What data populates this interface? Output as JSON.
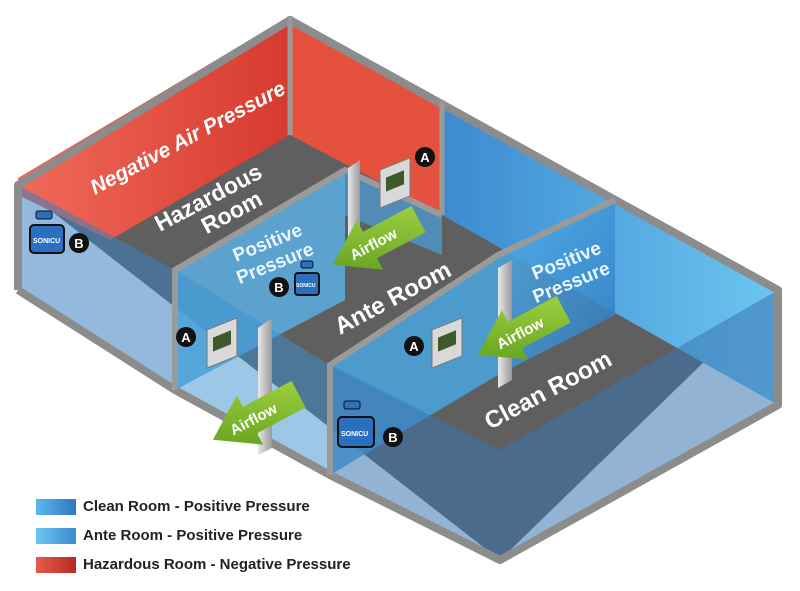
{
  "colors": {
    "clean_blue": "#4aa6e0",
    "hazard_red": "#e44b3e",
    "floor_gray": "#5f5f5f",
    "wall_gray": "#8c8c8c",
    "arrow_green": "#7cb92a"
  },
  "rooms": {
    "hazardous": {
      "name": "Hazardous Room",
      "pressure": "Negative Air Pressure"
    },
    "ante": {
      "name": "Ante Room",
      "pressure": "Positive Pressure"
    },
    "clean": {
      "name": "Clean Room",
      "pressure": "Positive Pressure"
    }
  },
  "arrows": {
    "label": "Airflow"
  },
  "markers": {
    "a": "A",
    "b": "B"
  },
  "device": {
    "brand": "SONICU"
  },
  "legend": [
    {
      "label": "Clean Room - Positive Pressure",
      "color": "#3c8ad0"
    },
    {
      "label": "Ante Room - Positive Pressure",
      "color": "#4aa6e0"
    },
    {
      "label": "Hazardous Room - Negative Pressure",
      "color": "#d63a2e"
    }
  ]
}
